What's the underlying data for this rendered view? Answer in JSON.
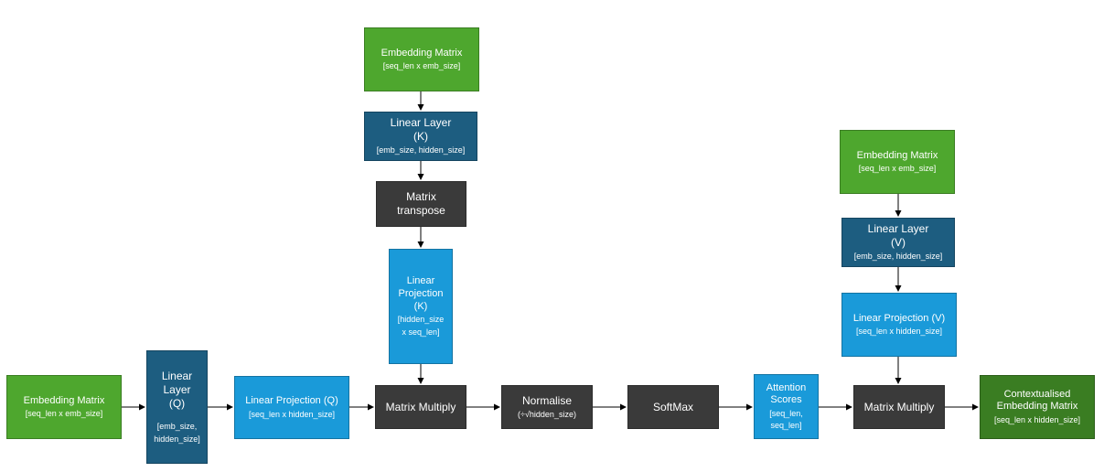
{
  "nodes": {
    "emb_k": {
      "title": "Embedding Matrix",
      "sub": "[seq_len x emb_size]"
    },
    "lin_k": {
      "l1": "Linear Layer",
      "l2": "(K)",
      "sub": "[emb_size, hidden_size]"
    },
    "transpose": {
      "l1": "Matrix",
      "l2": "transpose"
    },
    "proj_k": {
      "l1": "Linear",
      "l2": "Projection",
      "l3": "(K)",
      "l4": "[hidden_size",
      "l5": "x seq_len]"
    },
    "emb_q": {
      "title": "Embedding Matrix",
      "sub": "[seq_len x emb_size]"
    },
    "lin_q": {
      "l1": "Linear",
      "l2": "Layer",
      "l3": "(Q)",
      "s1": "[emb_size,",
      "s2": "hidden_size]"
    },
    "proj_q": {
      "title": "Linear Projection (Q)",
      "sub": "[seq_len x hidden_size]"
    },
    "matmul1": {
      "title": "Matrix Multiply"
    },
    "normalise": {
      "title": "Normalise",
      "sub": "(÷√hidden_size)"
    },
    "softmax": {
      "title": "SoftMax"
    },
    "scores": {
      "l1": "Attention",
      "l2": "Scores",
      "s1": "[seq_len,",
      "s2": "seq_len]"
    },
    "emb_v": {
      "title": "Embedding Matrix",
      "sub": "[seq_len x emb_size]"
    },
    "lin_v": {
      "l1": "Linear Layer",
      "l2": "(V)",
      "sub": "[emb_size, hidden_size]"
    },
    "proj_v": {
      "title": "Linear Projection (V)",
      "sub": "[seq_len x hidden_size]"
    },
    "matmul2": {
      "title": "Matrix Multiply"
    },
    "output": {
      "l1": "Contextualised",
      "l2": "Embedding Matrix",
      "sub": "[seq_len x hidden_size]"
    }
  },
  "colors": {
    "embedding": "#4ea72e",
    "output": "#3a7d22",
    "linear_layer": "#1d5d80",
    "projection": "#1a9ad9",
    "operation": "#3a3a3a",
    "arrow": "#000000"
  }
}
